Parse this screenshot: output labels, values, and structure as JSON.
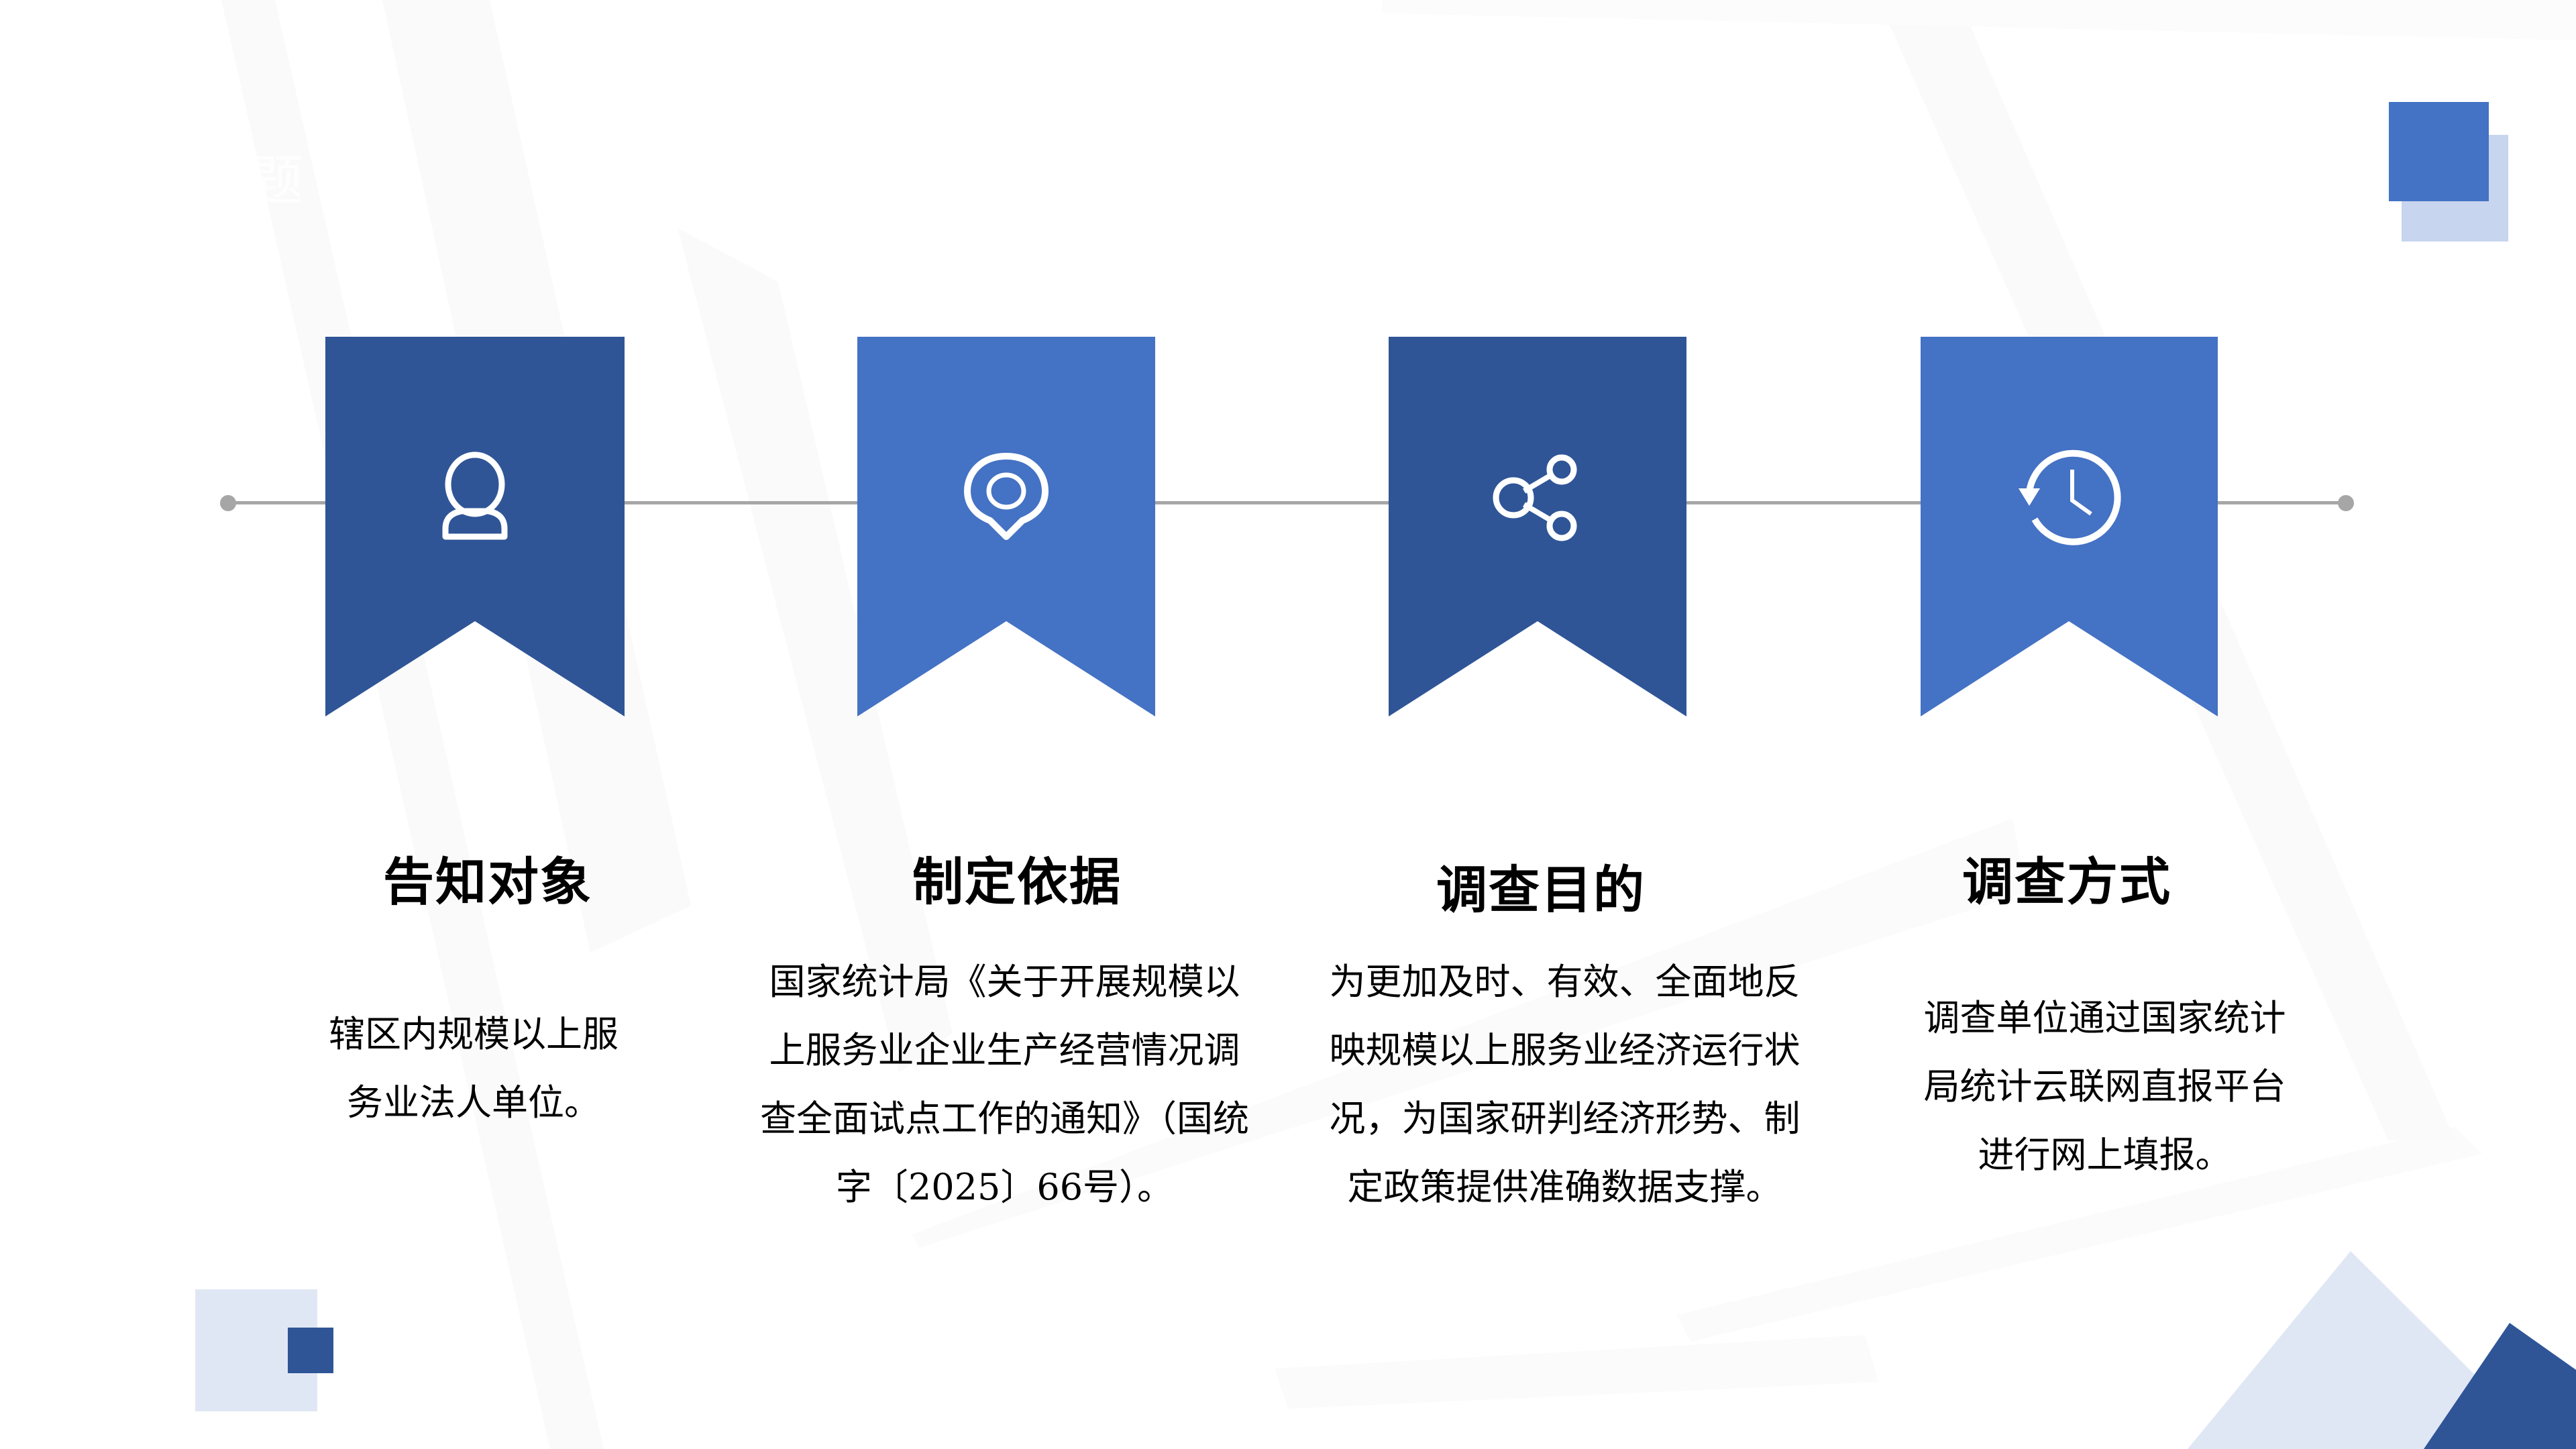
{
  "watermark": "题",
  "colors": {
    "dark_blue": "#2F5597",
    "mid_blue": "#4472C4",
    "light_blue": "#C7D5EE",
    "pale_blue": "#E0E7F4",
    "timeline_gray": "#A6A6A6",
    "text": "#000000"
  },
  "steps": [
    {
      "title": "告知对象",
      "icon": "person-icon",
      "banner_color": "#2F5597",
      "body": "辖区内规模以上服务业法人单位。"
    },
    {
      "title": "制定依据",
      "icon": "location-pin-icon",
      "banner_color": "#4472C4",
      "body": "国家统计局《关于开展规模以上服务业企业生产经营情况调查全面试点工作的通知》（国统字〔2025〕66号）。"
    },
    {
      "title": "调查目的",
      "icon": "share-icon",
      "banner_color": "#2F5597",
      "body": "为更加及时、有效、全面地反映规模以上服务业经济运行状况，为国家研判经济形势、制定政策提供准确数据支撑。"
    },
    {
      "title": "调查方式",
      "icon": "history-clock-icon",
      "banner_color": "#4472C4",
      "body": "调查单位通过国家统计局统计云联网直报平台进行网上填报。"
    }
  ]
}
